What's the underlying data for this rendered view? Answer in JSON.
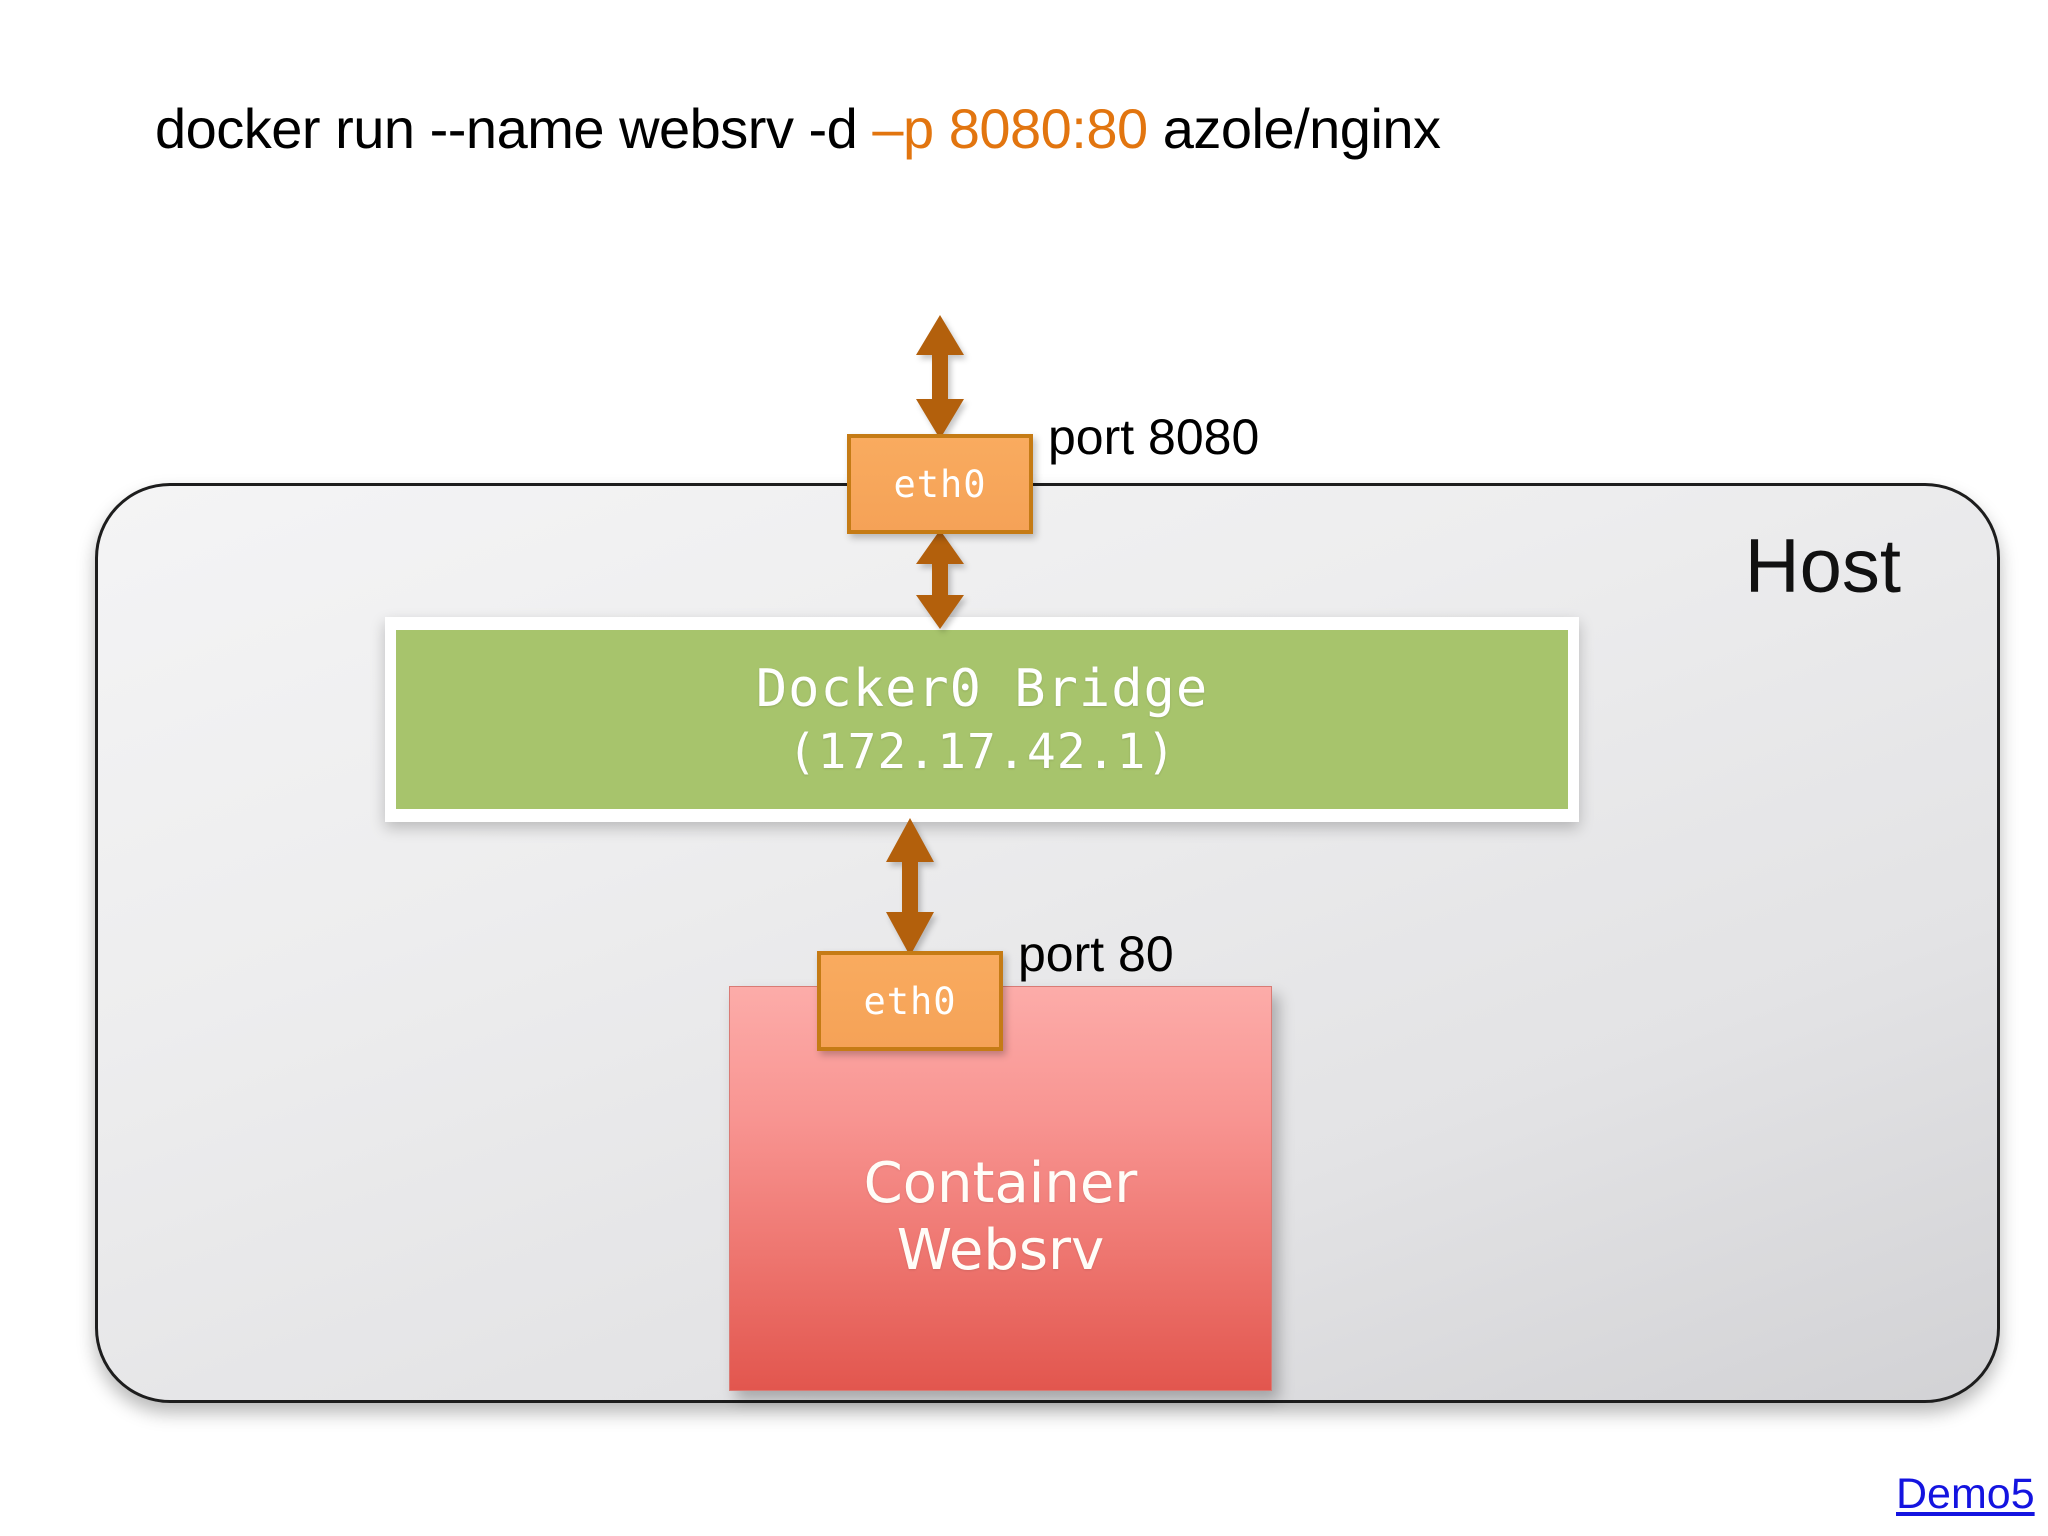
{
  "command": {
    "plain_prefix": "docker run --name websrv -d ",
    "accent": "–p 8080:80",
    "plain_suffix": " azole/nginx",
    "accent_color": "#E2750F",
    "full_text": "docker run --name websrv -d –p 8080:80 azole/nginx"
  },
  "host": {
    "label": "Host",
    "fill_color": "#EDEDEE",
    "border_color": "#1D1D1D"
  },
  "bridge": {
    "title": "Docker0 Bridge",
    "ip": "(172.17.42.1)",
    "fill_color": "#A7C46C",
    "frame_color": "#FFFFFF",
    "text_color": "#FFFFFF"
  },
  "container": {
    "line1": "Container",
    "line2": "Websrv",
    "fill_top_color": "#FCACA9",
    "fill_bottom_color": "#E2564E",
    "text_color": "#FFFDF8"
  },
  "interfaces": [
    {
      "name": "eth0",
      "location": "host",
      "port_label": "port 8080",
      "fill_color": "#F7A65A",
      "border_color": "#C57B15",
      "text_color": "#FFFFFF"
    },
    {
      "name": "eth0",
      "location": "container",
      "port_label": "port 80",
      "fill_color": "#F7A65A",
      "border_color": "#C57B15",
      "text_color": "#FFFFFF"
    }
  ],
  "connectors": [
    {
      "id": "external-to-host-eth0",
      "style": "double-arrow",
      "color": "#B3600C"
    },
    {
      "id": "host-eth0-to-bridge",
      "style": "double-arrow",
      "color": "#B3600C"
    },
    {
      "id": "bridge-to-container-eth0",
      "style": "double-arrow",
      "color": "#B3600C"
    }
  ],
  "footer": {
    "demo_link": "Demo5",
    "link_color": "#1414E0"
  }
}
